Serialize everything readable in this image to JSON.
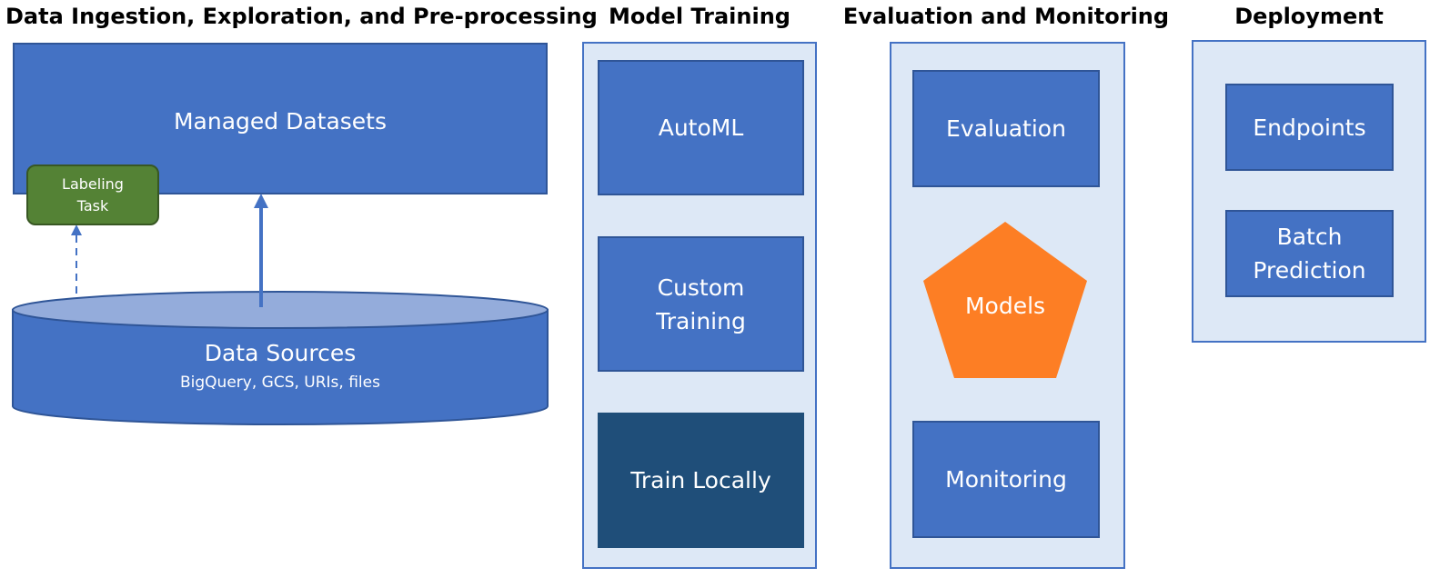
{
  "headings": {
    "data": "Data Ingestion, Exploration, and Pre-processing",
    "training": "Model Training",
    "evaluation": "Evaluation and Monitoring",
    "deployment": "Deployment"
  },
  "data_section": {
    "managed_datasets": "Managed Datasets",
    "labeling_task": [
      "Labeling",
      "Task"
    ],
    "data_sources": {
      "title": "Data Sources",
      "subtitle": "BigQuery, GCS, URIs, files"
    }
  },
  "training": {
    "automl": "AutoML",
    "custom_training": [
      "Custom",
      "Training"
    ],
    "train_locally": "Train Locally"
  },
  "evaluation": {
    "evaluation": "Evaluation",
    "models": "Models",
    "monitoring": "Monitoring"
  },
  "deployment": {
    "endpoints": "Endpoints",
    "batch_prediction": [
      "Batch",
      "Prediction"
    ]
  },
  "colors": {
    "box_blue": "#4472c4",
    "box_dark": "#1f4e79",
    "panel_bg": "#dde8f6",
    "labeling_green": "#548235",
    "models_orange": "#fd7e24",
    "cylinder_top": "#94acdb"
  }
}
